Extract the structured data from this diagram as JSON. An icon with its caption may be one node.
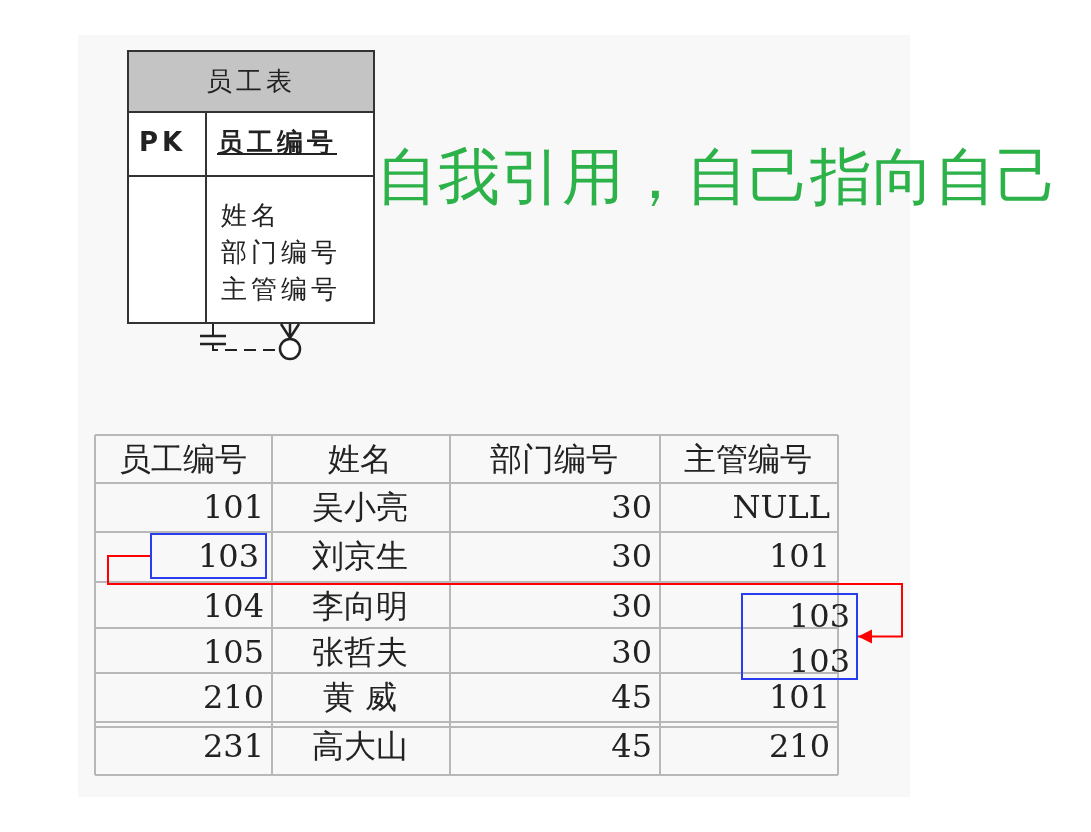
{
  "diagram": {
    "nodes": [
      {
        "text": [
          "员工表",
          "PK",
          "员工编号",
          "姓名",
          "部门编号",
          "主管编号"
        ]
      },
      {
        "text": [
          "103"
        ]
      },
      {
        "text": [
          "103",
          "103"
        ]
      }
    ],
    "edges": [
      {
        "from": 0,
        "to": 0,
        "arrow": "other",
        "style": "dashed"
      },
      {
        "from": 1,
        "to": 2,
        "arrow": "to",
        "color": "#ff0000"
      }
    ],
    "labels": [
      "自我引用，自己指向自己",
      "员工编号",
      "姓名",
      "部门编号",
      "主管编号",
      "101",
      "吴小亮",
      "30",
      "NULL",
      "刘京生",
      "30",
      "101",
      "104",
      "李向明",
      "30",
      "105",
      "张哲夫",
      "30",
      "210",
      "黄 威",
      "45",
      "101",
      "231",
      "高大山",
      "45",
      "210"
    ]
  }
}
